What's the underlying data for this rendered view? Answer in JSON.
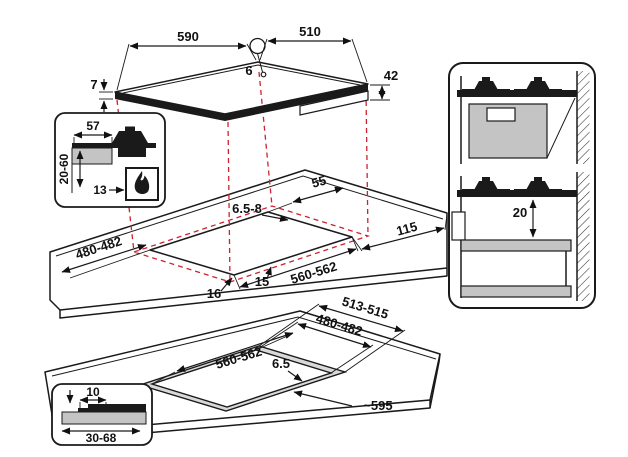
{
  "colors": {
    "projection_red": "#cf2030",
    "line_black": "#1a1a1a",
    "shade_gray": "#c4c4c4"
  },
  "top_view": {
    "width": "590",
    "depth": "510",
    "hole_diameter": "6",
    "height": "42",
    "top_thickness": "7"
  },
  "section_detail_upper": {
    "depth_to_front": "57",
    "worktop_thickness_range": "20-60",
    "clearance_below": "13"
  },
  "worktop_cutout_view": {
    "rear_clearance": "55",
    "panel_thickness": "6.5-8",
    "side_clearance": "115",
    "cutout_depth": "480-482",
    "cutout_width": "560-562",
    "corner_radius": "16",
    "edge_distance": "15"
  },
  "flush_mount_view": {
    "recess_depth": "513-515",
    "cutout_depth": "480-482",
    "cutout_width": "560-562",
    "recess_step": "6.5",
    "recess_width": "~595"
  },
  "section_detail_lower": {
    "step_width": "10",
    "depth_range": "30-68"
  },
  "side_view_panel": {
    "shelf_clearance": "20"
  }
}
